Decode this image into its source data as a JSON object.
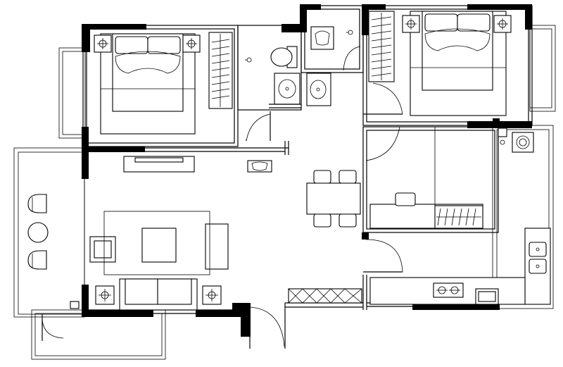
{
  "plan": {
    "colors": {
      "ink": "#000000",
      "paper": "#ffffff"
    },
    "rooms": [
      {
        "id": "master-bedroom"
      },
      {
        "id": "second-bedroom"
      },
      {
        "id": "study"
      },
      {
        "id": "living-room"
      },
      {
        "id": "dining-area"
      },
      {
        "id": "kitchen"
      },
      {
        "id": "bathroom"
      },
      {
        "id": "powder-room"
      },
      {
        "id": "balcony-south"
      },
      {
        "id": "balcony-north-west"
      },
      {
        "id": "balcony-north-east"
      }
    ],
    "icons": [
      "double-bed-icon",
      "nightstand-lamp-icon",
      "wardrobe-icon",
      "toilet-icon",
      "washbasin-icon",
      "squat-toilet-icon",
      "dining-table-icon",
      "sofa-icon",
      "armchair-icon",
      "coffee-table-icon",
      "tv-cabinet-icon",
      "stove-icon",
      "sink-icon",
      "washing-machine-icon",
      "desk-icon",
      "door-swing-icon",
      "floor-drain-icon",
      "bar-stool-icon"
    ]
  }
}
